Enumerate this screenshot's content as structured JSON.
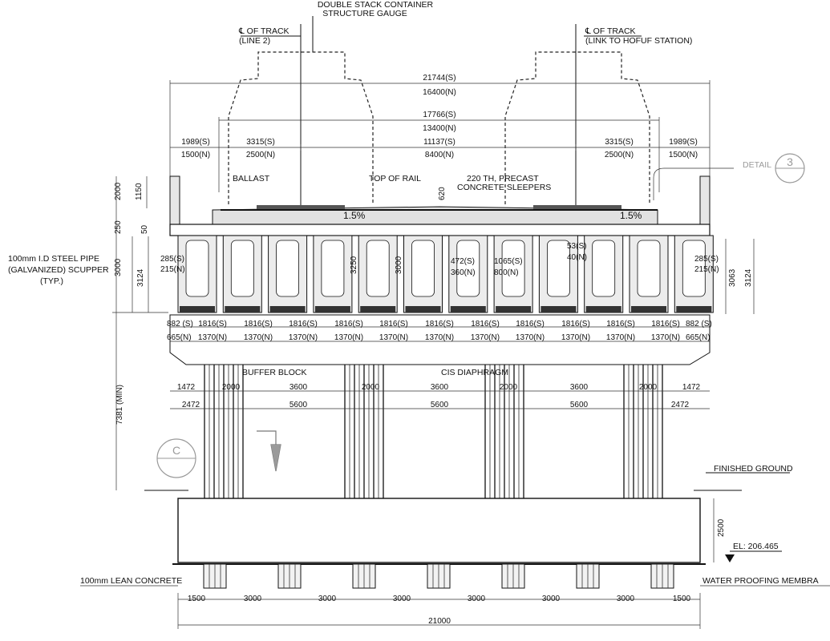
{
  "labels": {
    "gauge_line1": "DOUBLE STACK CONTAINER",
    "gauge_line2": "STRUCTURE GAUGE",
    "cl_left_1": "℄ OF TRACK",
    "cl_left_2": "(LINE 2)",
    "cl_right_1": "℄ OF TRACK",
    "cl_right_2": "(LINK TO HOFUF STATION)",
    "ballast": "BALLAST",
    "top_of_rail": "TOP OF RAIL",
    "sleepers_1": "220 TH, PRECAST",
    "sleepers_2": "CONCRETE SLEEPERS",
    "detail": "DETAIL",
    "detail_num": "3",
    "slope_left": "1.5%",
    "slope_right": "1.5%",
    "pipe_1": "100mm I.D STEEL PIPE",
    "pipe_2": "(GALVANIZED) SCUPPER",
    "pipe_3": "(TYP.)",
    "buffer_block": "BUFFER BLOCK",
    "cis_diaphragm": "CIS DIAPHRAGM",
    "section_mark": "C",
    "finished_ground": "FINISHED GROUND",
    "elevation": "EL: 206.465",
    "lean_concrete": "100mm LEAN CONCRETE",
    "waterproofing": "WATER PROOFING MEMBRA"
  },
  "dims": {
    "overall_s": "21744(S)",
    "overall_n": "16400(N)",
    "mid_s": "17766(S)",
    "mid_n": "13400(N)",
    "edge_s": "1989(S)",
    "edge_n": "1500(N)",
    "track_s": "3315(S)",
    "track_n": "2500(N)",
    "center_s": "11137(S)",
    "center_n": "8400(N)",
    "h2000": "2000",
    "h1150": "1150",
    "h250": "250",
    "h50": "50",
    "h3000": "3000",
    "h3124": "3124",
    "h3063": "3063",
    "h3250": "3250",
    "h3000b": "3000",
    "h620": "620",
    "web_s": "285(S)",
    "web_n": "215(N)",
    "a_s": "472(S)",
    "a_n": "360(N)",
    "b_s": "1065(S)",
    "b_n": "800(N)",
    "c_s": "53(S)",
    "c_n": "40(N)",
    "beam_edge_s": "882 (S)",
    "beam_edge_n": "665(N)",
    "beam_edge_s_r": "882 (S)",
    "beam_edge_n_r": "665(N)",
    "beam_s": "1816(S)",
    "beam_n": "1370(N)",
    "pier_height": "7381 (MIN)",
    "p1472": "1472",
    "p2000": "2000",
    "p3600": "3600",
    "p2472": "2472",
    "p5600": "5600",
    "f2500": "2500",
    "f1500": "1500",
    "f3000": "3000",
    "f21000": "21000"
  }
}
